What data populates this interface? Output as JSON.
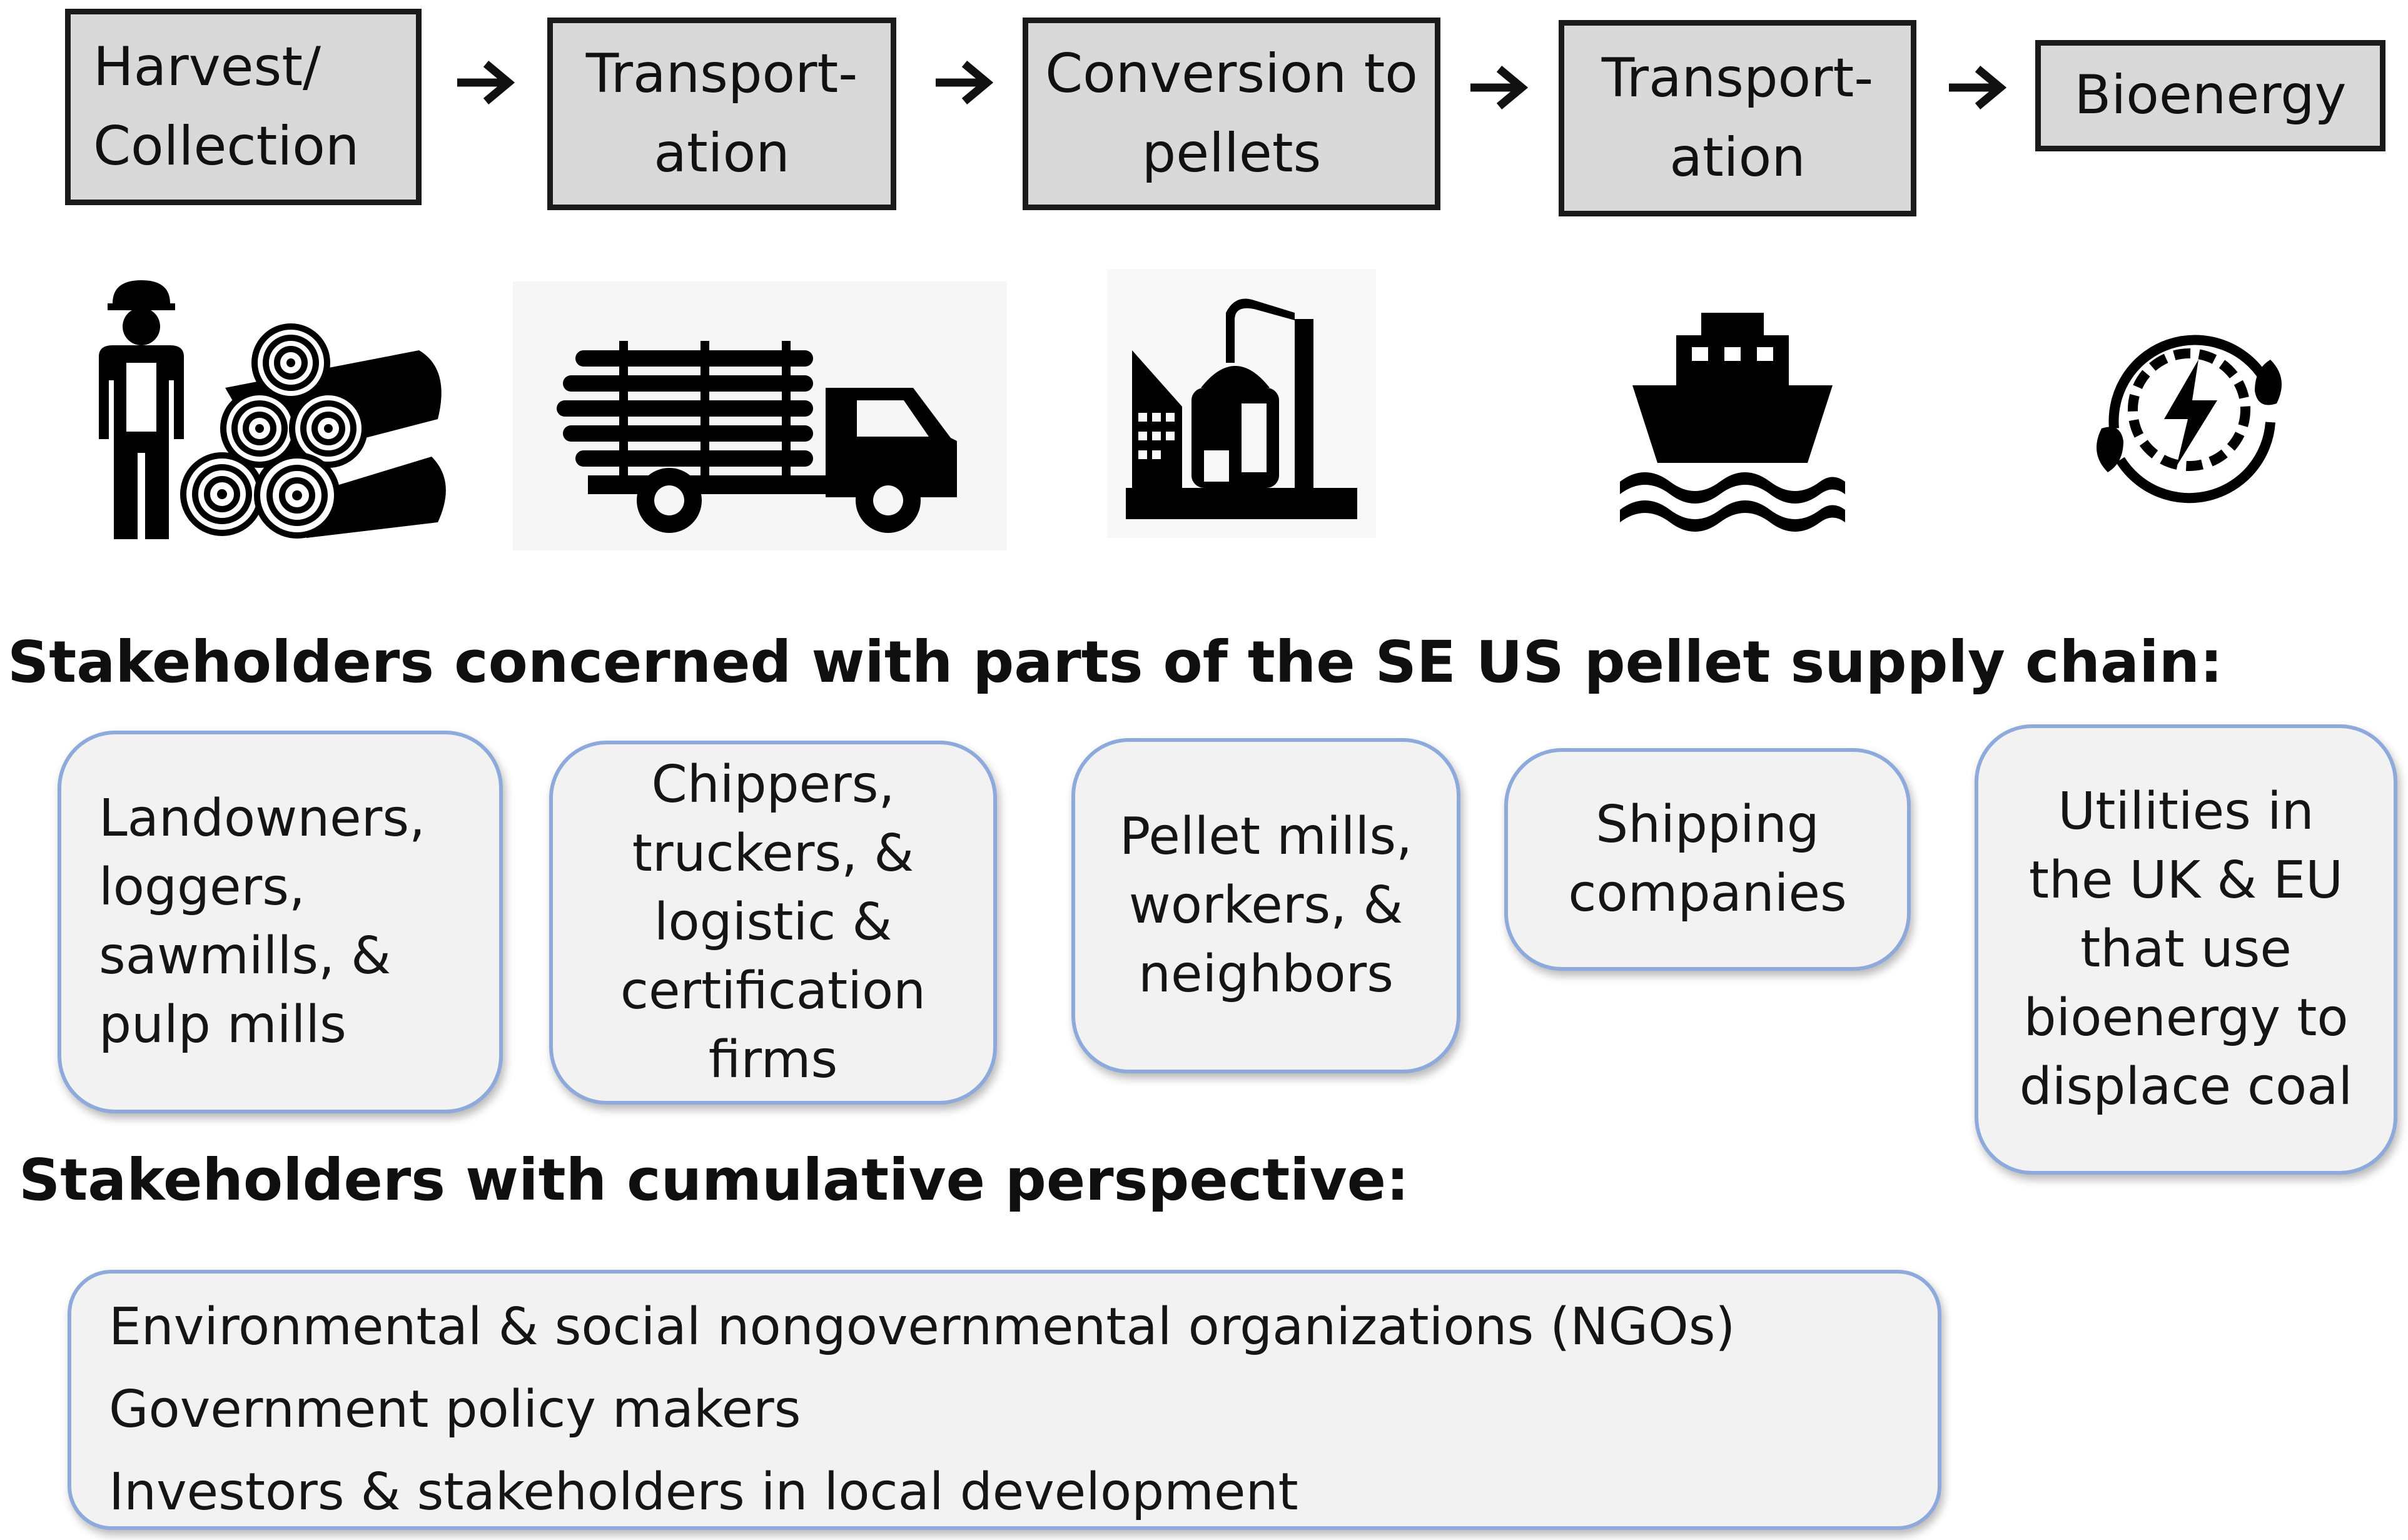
{
  "supply_chain": {
    "stages": [
      {
        "label": "Harvest/\nCollection",
        "icon": "worker-and-logs-icon"
      },
      {
        "label": "Transport-\nation",
        "icon": "logging-truck-icon"
      },
      {
        "label": "Conversion to\npellets",
        "icon": "pellet-mill-icon"
      },
      {
        "label": "Transport-\nation",
        "icon": "cargo-ship-icon"
      },
      {
        "label": "Bioenergy",
        "icon": "renewable-energy-icon"
      }
    ],
    "arrow_icon": "right-arrow-icon"
  },
  "stakeholders_parts": {
    "heading": "Stakeholders concerned with parts of the SE US pellet supply chain:",
    "groups": [
      "Landowners,\nloggers,\nsawmills, &\npulp mills",
      "Chippers,\ntruckers, &\nlogistic &\ncertification\nfirms",
      "Pellet mills,\nworkers, &\nneighbors",
      "Shipping\ncompanies",
      "Utilities in\nthe UK & EU\nthat use\nbioenergy to\ndisplace coal"
    ]
  },
  "stakeholders_cumulative": {
    "heading": "Stakeholders with cumulative perspective:",
    "items": [
      "Environmental & social nongovernmental organizations (NGOs)",
      "Government policy makers",
      "Investors & stakeholders in local development"
    ]
  },
  "colors": {
    "stage_fill": "#d9d9d9",
    "stage_border": "#1a1a1a",
    "stakeholder_fill": "#f2f2f2",
    "stakeholder_border": "#8eaadb"
  }
}
